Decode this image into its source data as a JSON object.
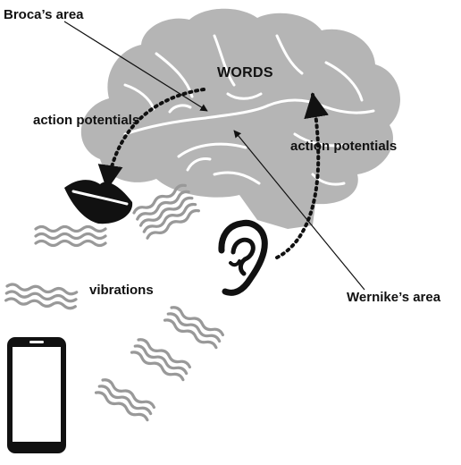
{
  "labels": {
    "broca": "Broca’s area",
    "words": "WORDS",
    "action_potentials_left": "action potentials",
    "action_potentials_right": "action potentials",
    "vibrations": "vibrations",
    "wernicke": "Wernike’s area"
  },
  "colors": {
    "brain": "#b5b5b5",
    "brain_folds": "#ffffff",
    "arrows": "#111111",
    "waves": "#999999",
    "lips": "#111111",
    "phone": "#111111"
  },
  "icons": {
    "brain": "brain-icon",
    "ear": "ear-icon",
    "lips": "lips-icon",
    "phone": "smartphone-icon",
    "waves": "sound-wave-icon"
  }
}
